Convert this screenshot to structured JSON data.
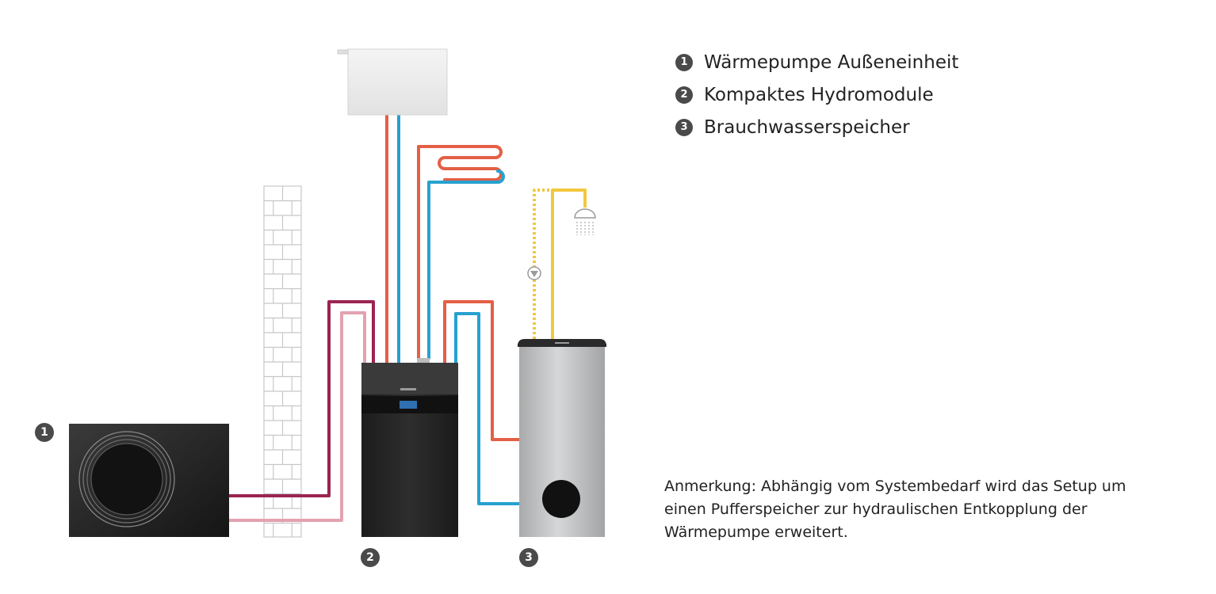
{
  "legend": {
    "items": [
      {
        "number": "1",
        "label": "Wärmepumpe Außeneinheit"
      },
      {
        "number": "2",
        "label": "Kompaktes Hydromodule"
      },
      {
        "number": "3",
        "label": "Brauchwasserspeicher"
      }
    ]
  },
  "markers": {
    "outdoor_unit": "1",
    "hydro_module": "2",
    "water_tank": "3"
  },
  "note": {
    "text": "Anmerkung: Abhängig vom Systembedarf wird das Setup um einen Pufferspeicher zur hydraulischen Entkopplung der Wärmepumpe erweitert."
  },
  "colors": {
    "supply_hot": "#e45f46",
    "return_cold": "#27a1cf",
    "refrigerant_dark": "#9b2452",
    "refrigerant_light": "#e3a2b0",
    "hot_water": "#f3c73d",
    "unit_body": "#2a2a2a",
    "tank_body": "#b7b8b9",
    "badge": "#4a4a4a"
  }
}
